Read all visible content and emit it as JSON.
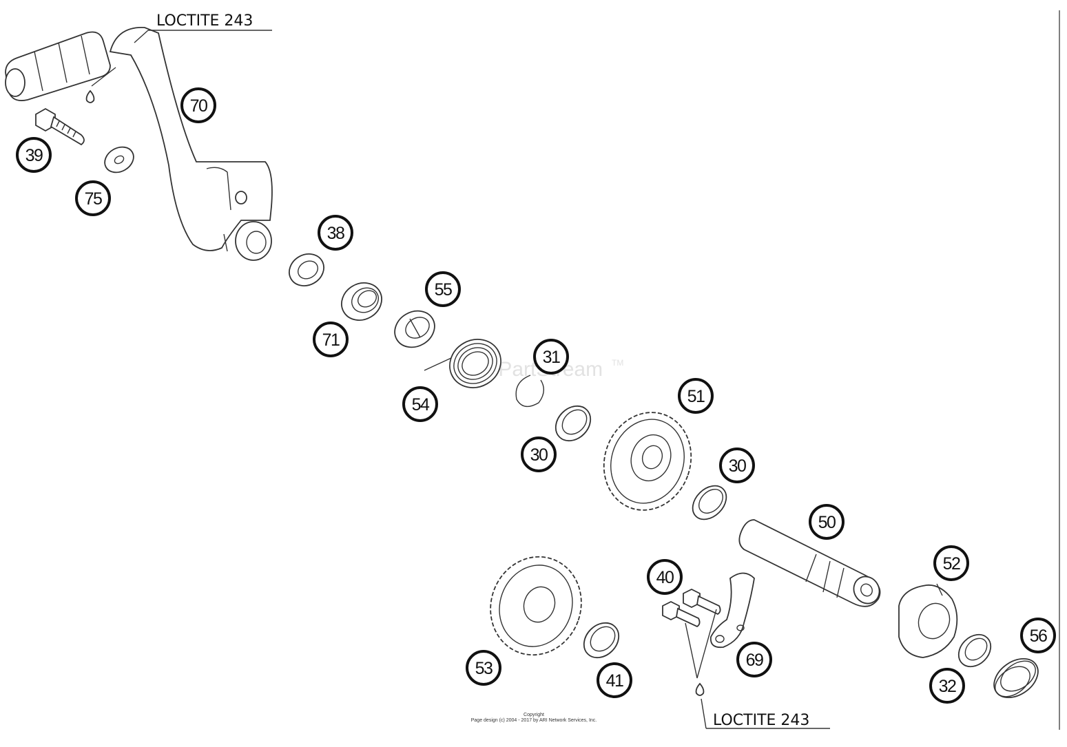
{
  "diagram": {
    "watermark": "ARI PartStream",
    "watermark_tm": "TM",
    "callouts": [
      {
        "id": "loctite-top",
        "text": "LOCTITE 243"
      },
      {
        "id": "loctite-bottom",
        "text": "LOCTITE 243"
      }
    ],
    "labels": [
      {
        "id": "70",
        "text": "70"
      },
      {
        "id": "39",
        "text": "39"
      },
      {
        "id": "75",
        "text": "75"
      },
      {
        "id": "38",
        "text": "38"
      },
      {
        "id": "55",
        "text": "55"
      },
      {
        "id": "71",
        "text": "71"
      },
      {
        "id": "31",
        "text": "31"
      },
      {
        "id": "54",
        "text": "54"
      },
      {
        "id": "51",
        "text": "51"
      },
      {
        "id": "30a",
        "text": "30"
      },
      {
        "id": "30b",
        "text": "30"
      },
      {
        "id": "50",
        "text": "50"
      },
      {
        "id": "52",
        "text": "52"
      },
      {
        "id": "40",
        "text": "40"
      },
      {
        "id": "53",
        "text": "53"
      },
      {
        "id": "41",
        "text": "41"
      },
      {
        "id": "69",
        "text": "69"
      },
      {
        "id": "56",
        "text": "56"
      },
      {
        "id": "32",
        "text": "32"
      }
    ],
    "copyright_line1": "Copyright",
    "copyright_line2": "Page design (c) 2004 - 2017 by ARI Network Services, Inc."
  }
}
